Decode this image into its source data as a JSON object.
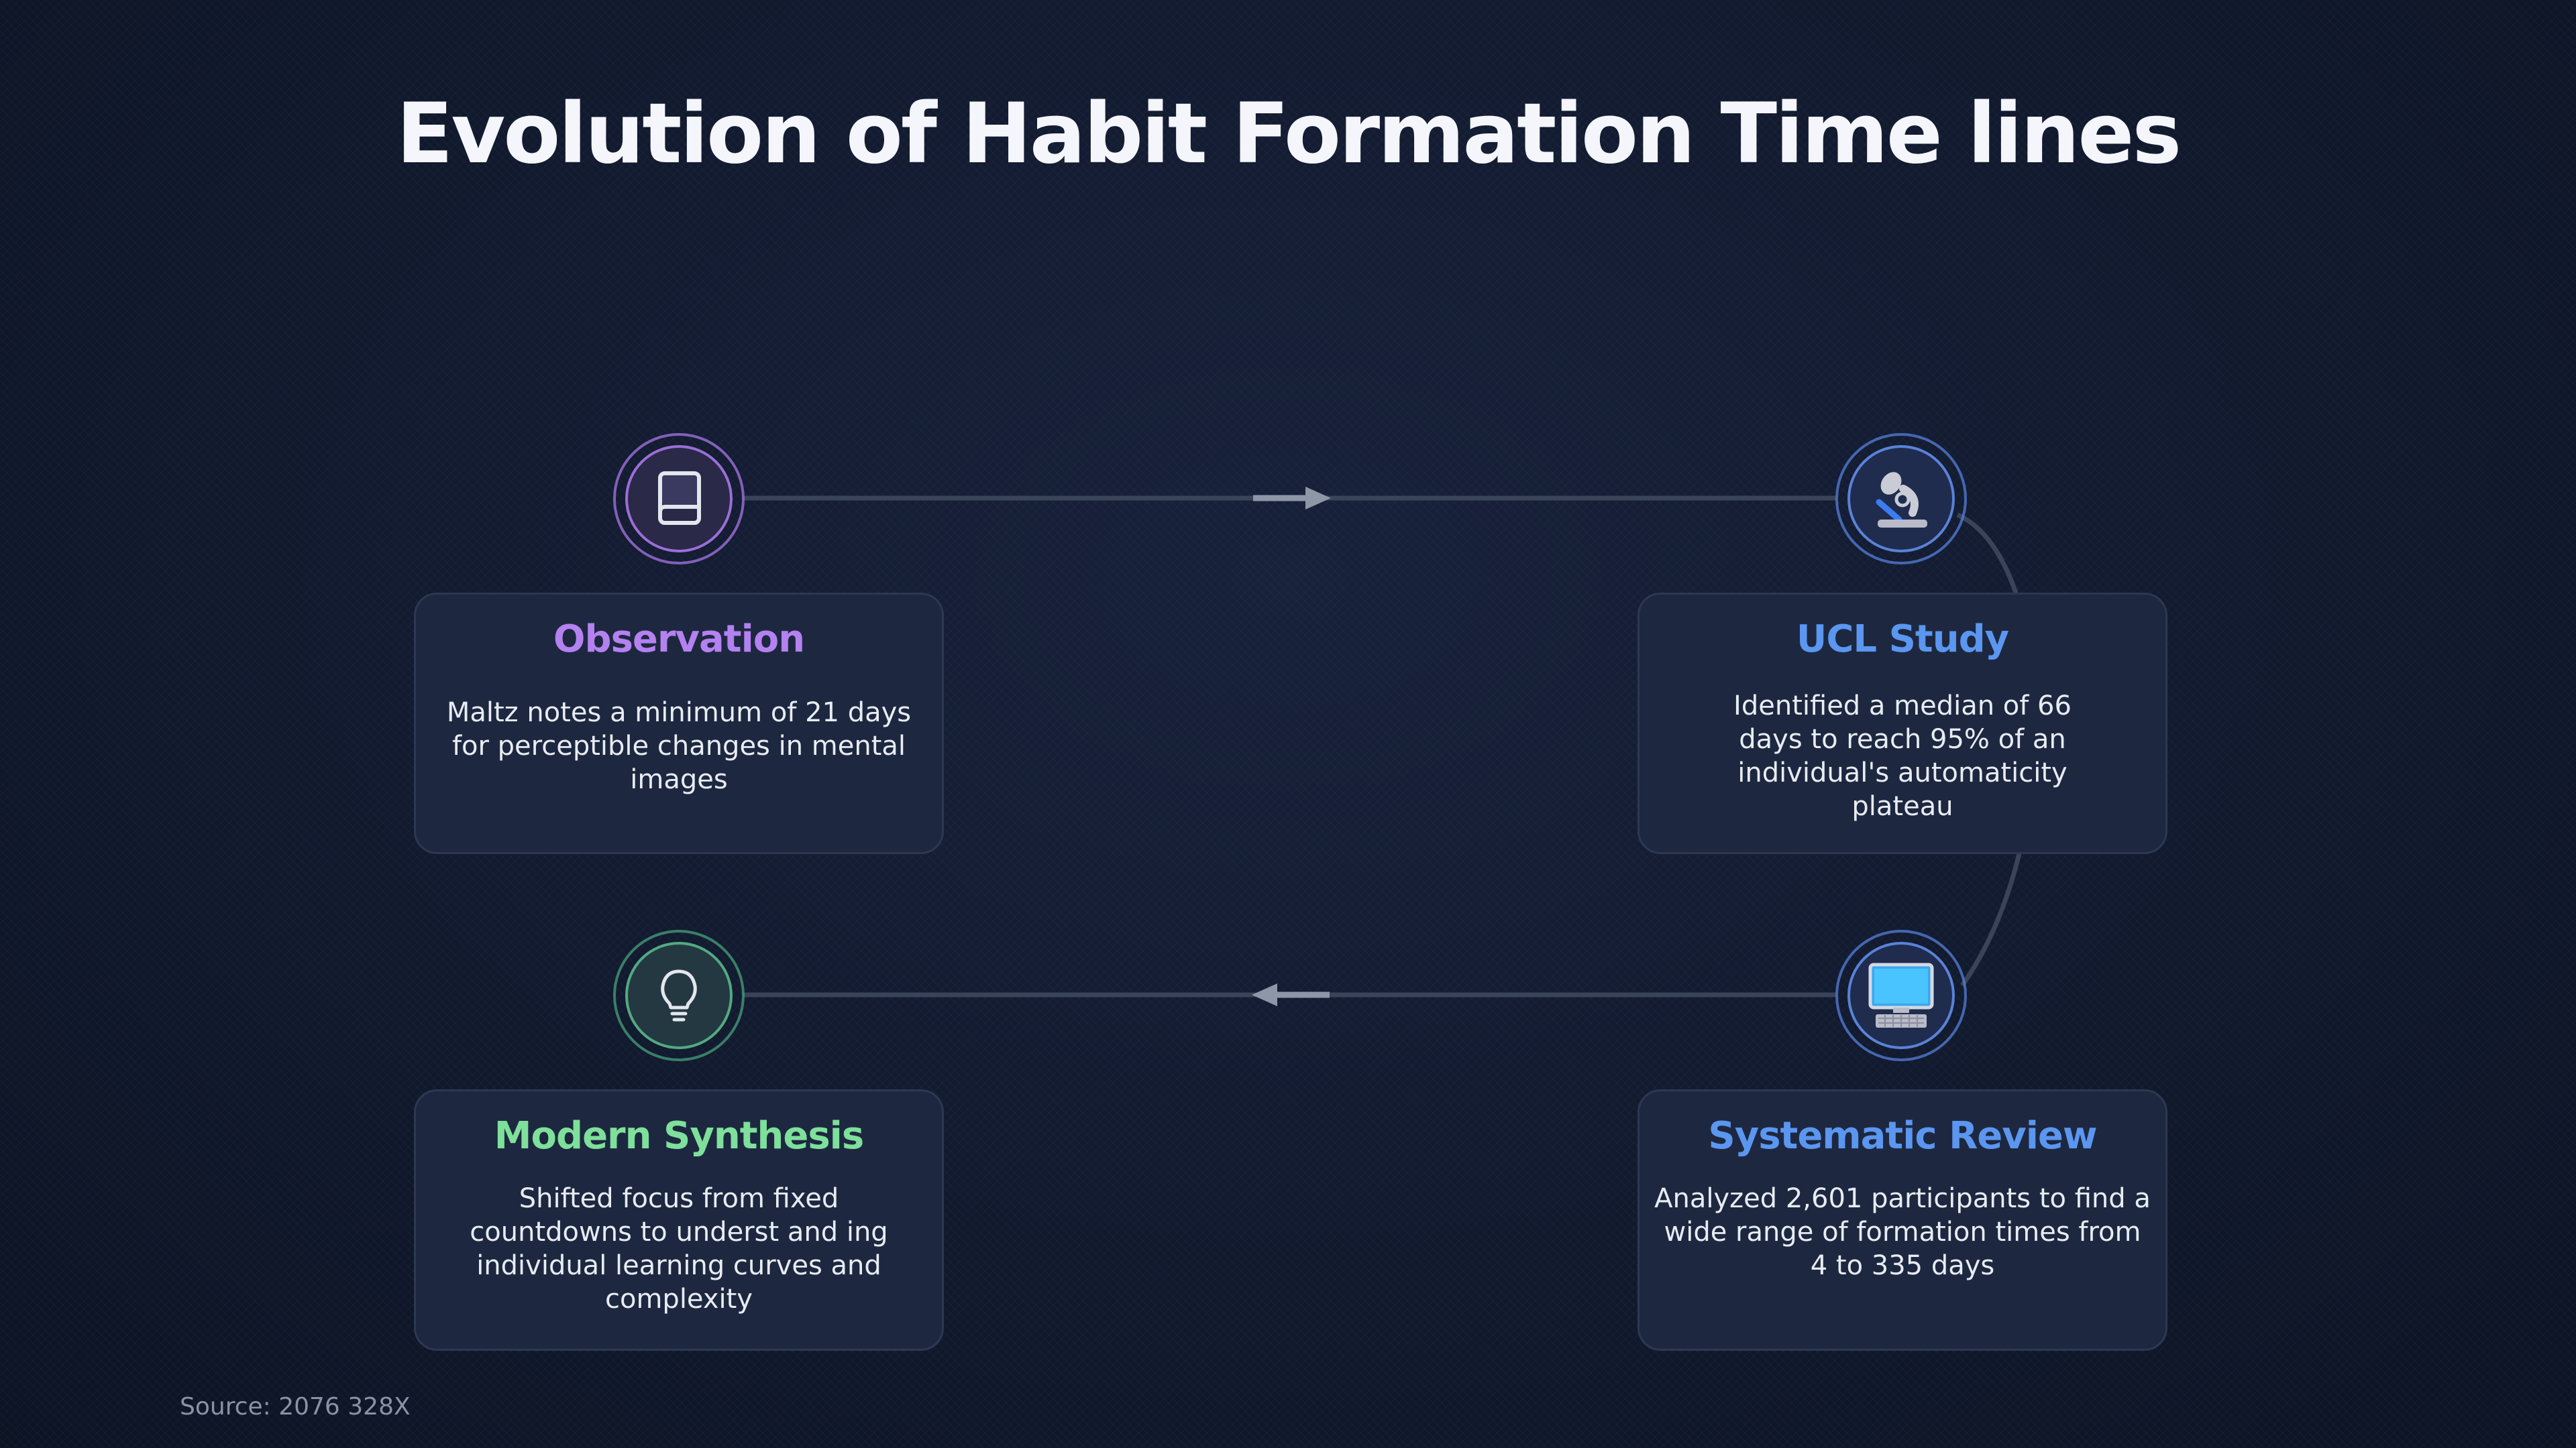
{
  "title": "Evolution of Habit Formation Time lines",
  "colors": {
    "background": "#111a2e",
    "purple": "#b481f0",
    "blue": "#5b96f0",
    "green": "#7ee09a",
    "connector": "#3a4459",
    "arrow": "#8d97a8"
  },
  "stages": [
    {
      "title": "Observation",
      "text": "Maltz notes a minimum of 21 days for perceptible changes in mental images",
      "icon": "book-icon",
      "color": "#b481f0"
    },
    {
      "title": "UCL Study",
      "text": "Identified a median of 66 days to reach 95% of an individual's automaticity plateau",
      "icon": "microscope-icon",
      "color": "#5b96f0"
    },
    {
      "title": "Systematic Review",
      "text": "Analyzed 2,601 participants to find a wide range of formation times from 4 to 335 days",
      "icon": "computer-icon",
      "color": "#5b96f0"
    },
    {
      "title": "Modern Synthesis",
      "text": "Shifted focus from fixed countdowns to underst and ing individual learning curves and complexity",
      "icon": "lightbulb-icon",
      "color": "#7ee09a"
    }
  ],
  "source": "Source: 2076 328X"
}
